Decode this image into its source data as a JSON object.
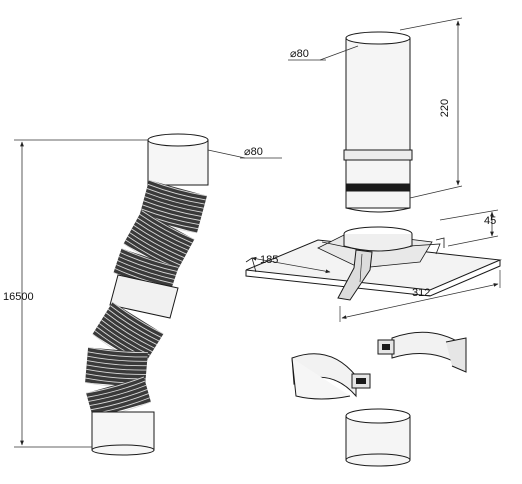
{
  "dimensions": {
    "flex_pipe_length": "16500",
    "flex_pipe_diameter": "⌀80",
    "pipe_diameter": "⌀80",
    "pipe_length": "220",
    "base_height": "45",
    "base_width_small": "185",
    "base_width_large": "312"
  },
  "colors": {
    "line": "#1a1a1a",
    "corrugation": "#2b2b2b",
    "fill_light": "#f4f4f4",
    "fill_mid": "#e2e2e2",
    "dim_line": "#333333"
  }
}
